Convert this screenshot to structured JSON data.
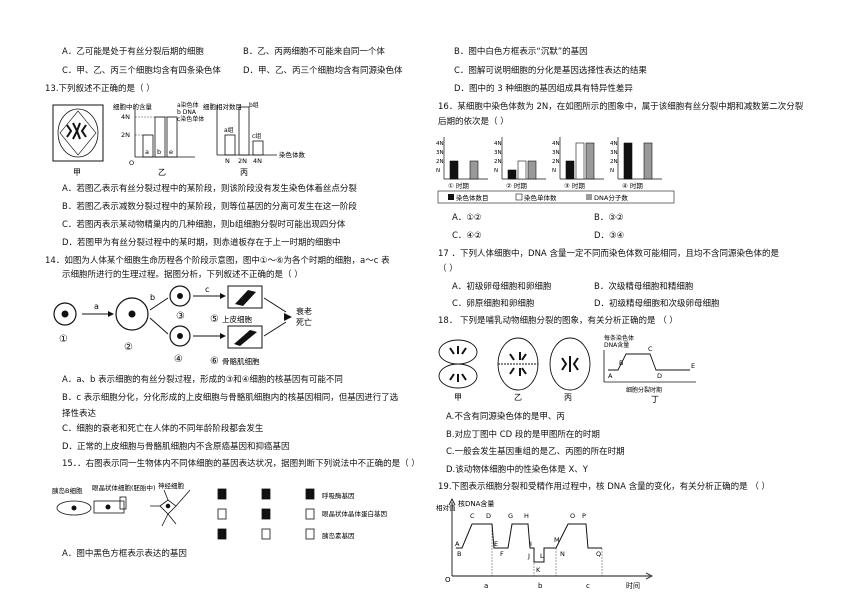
{
  "left": {
    "prev_options": {
      "A": "A．乙可能是处于有丝分裂后期的细胞",
      "B": "B．乙、丙两细胞不可能来自同一个体",
      "C": "C．甲、乙、丙三个细胞均含有四条染色体",
      "D": "D．甲、乙、丙三个细胞均含有同源染色体"
    },
    "q13": {
      "stem": "13.下列叙述不正确的是（        ）",
      "fig_jia": "甲",
      "fig_yi": "乙",
      "fig_bing": "丙",
      "yi_ylabel": "细胞中的含量",
      "legend_a": "a染色体",
      "legend_b": "b DNA",
      "legend_c": "c染色单体",
      "tick_4n": "4N",
      "tick_2n": "2N",
      "tick_o": "O",
      "bar_a": "a",
      "bar_b": "b",
      "bar_e": "e",
      "bing_ylabel": "细胞相对数目",
      "bing_x1": "N",
      "bing_x2": "2N",
      "bing_x3": "4N",
      "bing_xlabel": "染色体数",
      "bing_b": "b组",
      "bing_a": "a组",
      "bing_c": "c组",
      "A": "A．若图乙表示有丝分裂过程中的某阶段，则该阶段没有发生染色体着丝点分裂",
      "B": "B．若图乙表示减数分裂过程中的某阶段，则等位基因的分离可发生在这一阶段",
      "C": "C．若图丙表示某动物精巢内的几种细胞，则b组细胞分裂时可能出现四分体",
      "D": "D．若图甲为有丝分裂过程中的某时期，则赤道板存在于上一时期的细胞中"
    },
    "q14": {
      "stem1": "14．如图为人体某个细胞生命历程各个阶段示意图，图中①～⑥为各个时期的细胞，a～c 表",
      "stem2": "示细胞所进行的生理过程。据图分析，下列叙述不正确的是（        ）",
      "c1": "①",
      "c2": "②",
      "c3": "③",
      "c4": "④",
      "c5": "⑤",
      "c6": "⑥",
      "la": "a",
      "lb": "b",
      "lc": "c",
      "shangpi": "上皮细胞",
      "guge": "骨骼肌细胞",
      "shuailao": "衰老",
      "siwang": "死亡",
      "A": "A．a、b 表示细胞的有丝分裂过程，形成的③和④细胞的核基因有可能不同",
      "B1": "B．c 表示细胞分化，分化形成的上皮细胞与骨骼肌细胞内的核基因相同，但基因进行了选",
      "B2": "择性表达",
      "C": "C．细胞的衰老和死亡在人体的不同年龄阶段都会发生",
      "D": "D．正常的上皮细胞与骨骼肌细胞内不含原癌基因和抑癌基因"
    },
    "q15": {
      "stem": "15．．右图表示同一生物体内不同体细胞的基因表达状况，据图判断下列说法中不正确的是（    ）",
      "cell1": "胰岛B细胞",
      "cell2": "眼晶状体细胞(胚胎中)",
      "cell3": "神经细胞",
      "gene1": "呼吸酶基因",
      "gene2": "眼晶状体晶体蛋白基因",
      "gene3": "胰岛素基因",
      "A": "A．图中黑色方框表示表达的基因"
    }
  },
  "right": {
    "q15_options": {
      "B": "B．图中白色方框表示“沉默”的基因",
      "C": "C．图解可说明细胞的分化是基因选择性表达的结果",
      "D": "D．图中的 3 种细胞的基因组成具有特异性差异"
    },
    "q16": {
      "stem1": "16．某细胞中染色体数为 2N，在如图所示的图象中，属于该细胞有丝分裂中期和减数第二次分裂",
      "stem2": "后期的依次是（        ）",
      "y4n": "4N",
      "y3n": "3N",
      "y2n": "2N",
      "y1n": "N",
      "p1": "①  时期",
      "p2": "②  时期",
      "p3": "③  时期",
      "p4": "④  时期",
      "legend1": "染色体数目",
      "legend2": "染色单体数",
      "legend3": "DNA分子数",
      "A": "A．①②",
      "B": "B．③②",
      "C": "C．④②",
      "D": "D．③④",
      "bars": [
        [
          2,
          0,
          2
        ],
        [
          1,
          2,
          2
        ],
        [
          2,
          4,
          4
        ],
        [
          4,
          0,
          4
        ]
      ]
    },
    "q17": {
      "stem1": "17 ．下列人体细胞中，DNA 含量一定不同而染色体数可能相同，且均不含同源染色体的是",
      "stem2": "（    ）",
      "A": "A．初级卵母细胞和卵细胞",
      "B": "B．次级精母细胞和精细胞",
      "C": "C．卵原细胞和卵细胞",
      "D": "D．初级精母细胞和次级卵母细胞"
    },
    "q18": {
      "stem": "18．        下列是哺乳动物细胞分裂的图象，有关分析正确的是       （        ）",
      "l_jia": "甲",
      "l_yi": "乙",
      "l_bing": "丙",
      "l_ding": "丁",
      "g_ylabel1": "每条染色体",
      "g_ylabel2": "DNA含量",
      "g_xlabel": "细胞分裂时期",
      "pA": "A",
      "pB": "B",
      "pC": "C",
      "pD": "D",
      "pE": "E",
      "A": "A.不含有同源染色体的是甲、丙",
      "B": "B.对应丁图中 CD 段的是甲图所在的时期",
      "C": "C.一般会发生基因重组的是乙、丙图的所在时期",
      "D": "D.该动物体细胞中的性染色体是 X、Y"
    },
    "q19": {
      "stem": "19.下图表示细胞分裂和受精作用过程中，核 DNA 含量的变化，有关分析正确的是    （    ）",
      "ylabel": "相对值",
      "title": "核DNA含量",
      "points": [
        "A",
        "B",
        "C",
        "D",
        "E",
        "F",
        "G",
        "H",
        "I",
        "J",
        "K",
        "L",
        "M",
        "N",
        "O",
        "P",
        "Q"
      ],
      "origin": "O",
      "xa": "a",
      "xb": "b",
      "xc": "c",
      "xlabel": "时间"
    }
  }
}
